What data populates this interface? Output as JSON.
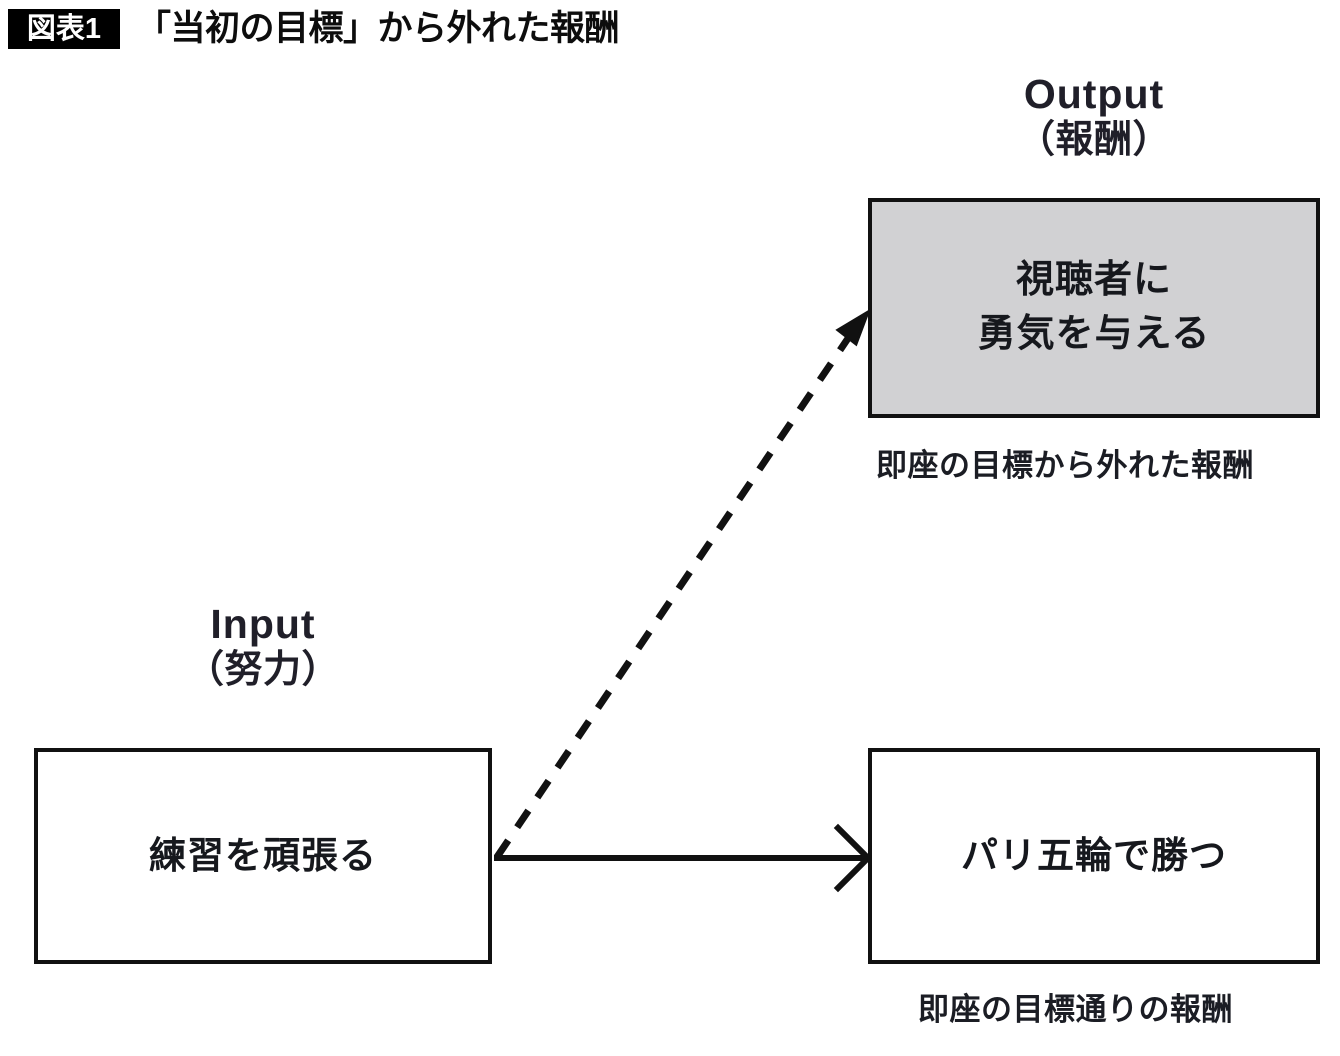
{
  "header": {
    "badge": "図表1",
    "title": "「当初の目標」から外れた報酬"
  },
  "colors": {
    "output_box_fill": "#d1d1d3",
    "box_stroke": "#111111",
    "badge_background": "#000000",
    "badge_text": "#ffffff",
    "page_background": "#ffffff"
  },
  "diagram": {
    "type": "flow-diagram",
    "groups": [
      {
        "id": "output",
        "label_en": "Output",
        "label_jp": "（報酬）"
      },
      {
        "id": "input",
        "label_en": "Input",
        "label_jp": "（努力）"
      }
    ],
    "nodes": [
      {
        "id": "output",
        "text": "視聴者に\n勇気を与える",
        "line1": "視聴者に",
        "line2": "勇気を与える",
        "caption": "即座の目標から外れた報酬",
        "filled": true
      },
      {
        "id": "input",
        "text": "練習を頑張る",
        "caption": "",
        "filled": false
      },
      {
        "id": "goal",
        "text": "パリ五輪で勝つ",
        "caption": "即座の目標通りの報酬",
        "filled": false
      }
    ],
    "edges": [
      {
        "id": "input-to-goal",
        "from": "input",
        "to": "goal",
        "style": "solid",
        "arrow": "single"
      },
      {
        "id": "input-to-output",
        "from": "input",
        "to": "output",
        "style": "dashed",
        "arrow": "single"
      }
    ]
  }
}
